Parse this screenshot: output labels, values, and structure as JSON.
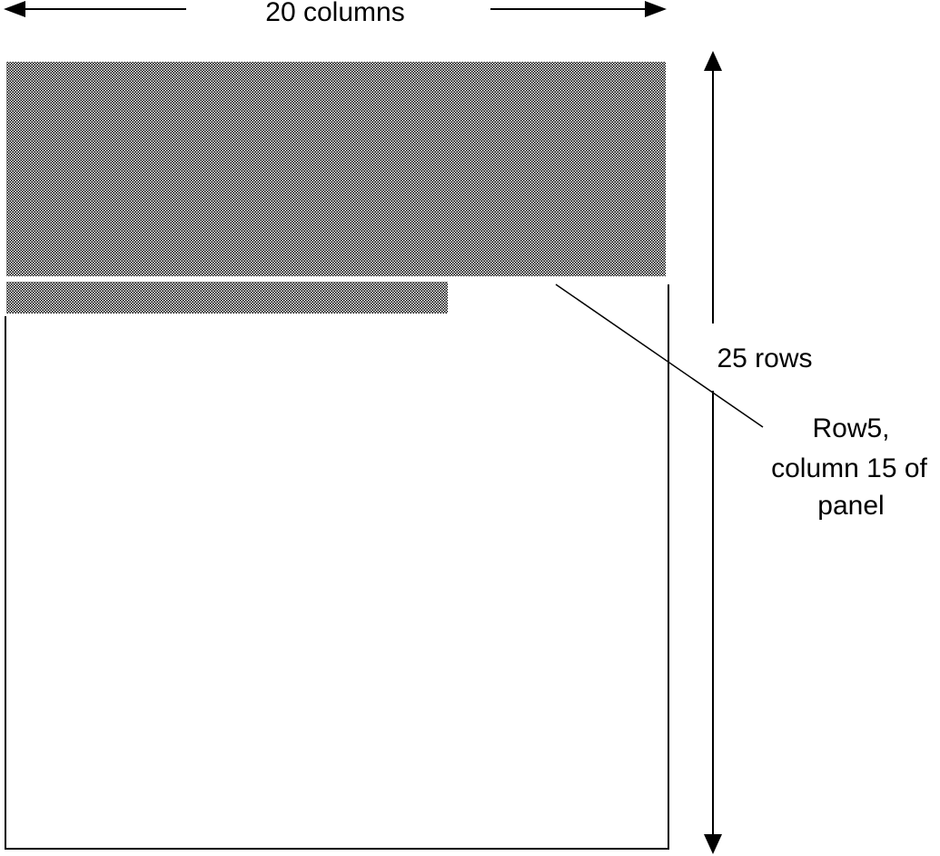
{
  "width_label": "20 columns",
  "height_label": "25 rows",
  "callout": {
    "line1": "Row5,",
    "line2": "column 15 of",
    "line3": "panel"
  },
  "colors": {
    "ink": "#000000",
    "background": "#ffffff",
    "hatch": "#9a9a9a"
  }
}
